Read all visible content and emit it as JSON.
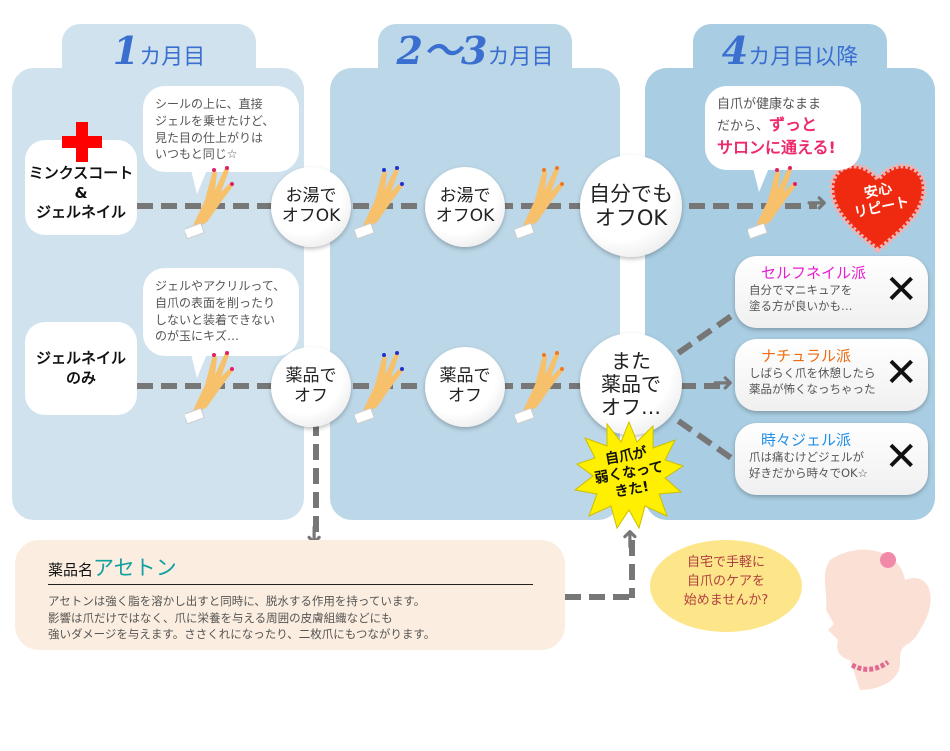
{
  "stages": [
    {
      "num": "1",
      "suffix": "カ月目"
    },
    {
      "num": "2〜3",
      "suffix": "カ月目"
    },
    {
      "num": "4",
      "suffix": "カ月目以降"
    }
  ],
  "rows": [
    {
      "label_lines": [
        "ミンクスコート",
        "&",
        "ジェルネイル"
      ],
      "icon": "red-cross-icon",
      "bubble": [
        "シールの上に、直接",
        "ジェルを乗せたけど、",
        "見た目の仕上がりは",
        "いつもと同じ☆"
      ],
      "steps": [
        [
          "お湯で",
          "オフOK"
        ],
        [
          "お湯で",
          "オフOK"
        ],
        [
          "自分でも",
          "オフOK"
        ]
      ]
    },
    {
      "label_lines": [
        "ジェルネイル",
        "のみ"
      ],
      "bubble": [
        "ジェルやアクリルって、",
        "自爪の表面を削ったり",
        "しないと装着できない",
        "のが玉にキズ…"
      ],
      "steps": [
        [
          "薬品で",
          "オフ"
        ],
        [
          "薬品で",
          "オフ"
        ],
        [
          "また",
          "薬品で",
          "オフ…"
        ]
      ]
    }
  ],
  "stage3_bubble": {
    "plain": [
      "自爪が健康なまま",
      "だから、"
    ],
    "emph1": "ずっと",
    "emph2": "サロンに通える!"
  },
  "heart": [
    "安心",
    "リピート"
  ],
  "choices": [
    {
      "title": "セルフネイル派",
      "color": "#e81ed2",
      "desc": [
        "自分でマニキュアを",
        "塗る方が良いかも…"
      ],
      "mark": "✕"
    },
    {
      "title": "ナチュラル派",
      "color": "#ef6a10",
      "desc": [
        "しばらく爪を休憩したら",
        "薬品が怖くなっちゃった"
      ],
      "mark": "✕"
    },
    {
      "title": "時々ジェル派",
      "color": "#1e8ee8",
      "desc": [
        "爪は痛むけどジェルが",
        "好きだから時々でOK☆"
      ],
      "mark": "✕"
    }
  ],
  "burst": [
    "自爪が",
    "弱くなって",
    "きた!"
  ],
  "chemical": {
    "prefix": "薬品名",
    "name": "アセトン",
    "desc": [
      "アセトンは強く脂を溶かし出すと同時に、脱水する作用を持っています。",
      "影響は爪だけではなく、爪に栄養を与える周囲の皮膚組織などにも",
      "強いダメージを与えます。ささくれになったり、二枚爪にもつながります。"
    ]
  },
  "woman_bubble": [
    "自宅で手軽に",
    "自爪のケアを",
    "始めませんか?"
  ]
}
